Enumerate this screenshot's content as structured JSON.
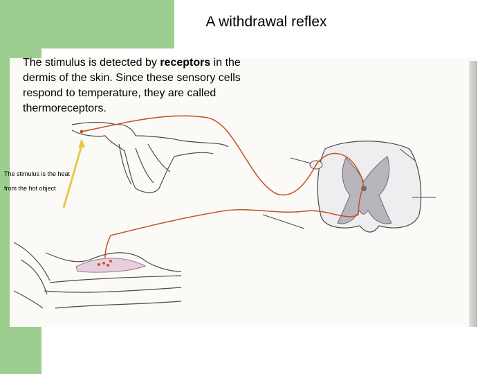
{
  "slide": {
    "title": "A withdrawal reflex",
    "caption": {
      "before": "The stimulus is detected by ",
      "keyword": "receptors",
      "after": " in the dermis of the skin. Since these sensory cells respond to temperature, they are called thermoreceptors."
    },
    "stimulus_label_line1": "The stimulus is the heat",
    "stimulus_label_line2": "from the hot object"
  },
  "colors": {
    "background_band": "#9ccf8f",
    "nerve_fibre": "#c8552a",
    "outline": "#4a4a4a",
    "grey_matter": "#b8b6bc",
    "muscle": "#e8cfe0"
  }
}
